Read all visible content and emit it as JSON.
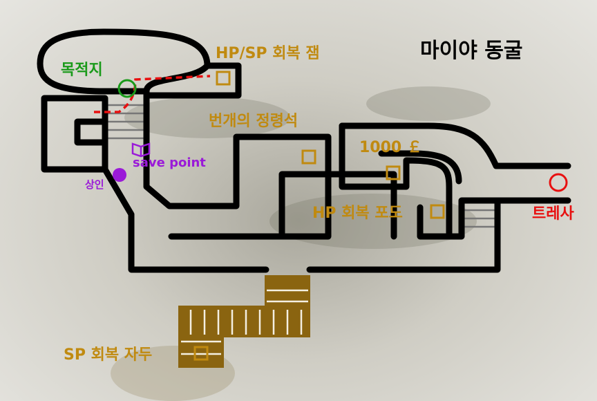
{
  "title": "마이야 동굴",
  "labels": {
    "destination": "목적지",
    "hp_sp_jam": "HP/SP 회복 잼",
    "spirit_stone": "번개의 정령석",
    "money": "1000 ￡",
    "save_point": "save point",
    "merchant": "상인",
    "hp_grape": "HP 회복 포도",
    "tresa": "트레사",
    "sp_grape": "SP 회복 자두"
  },
  "colors": {
    "wall": "#000000",
    "item": "#c08a10",
    "destination": "#1a9a1a",
    "start": "#e81010",
    "route": "#e81010",
    "save": "#9a1ad8",
    "bridge": "#8a6410",
    "stairs": "#777777"
  },
  "icons": {
    "save": "book-icon",
    "merchant": "dot-icon",
    "item": "chest-square-icon",
    "start": "circle-marker-icon",
    "goal": "circle-marker-icon"
  }
}
